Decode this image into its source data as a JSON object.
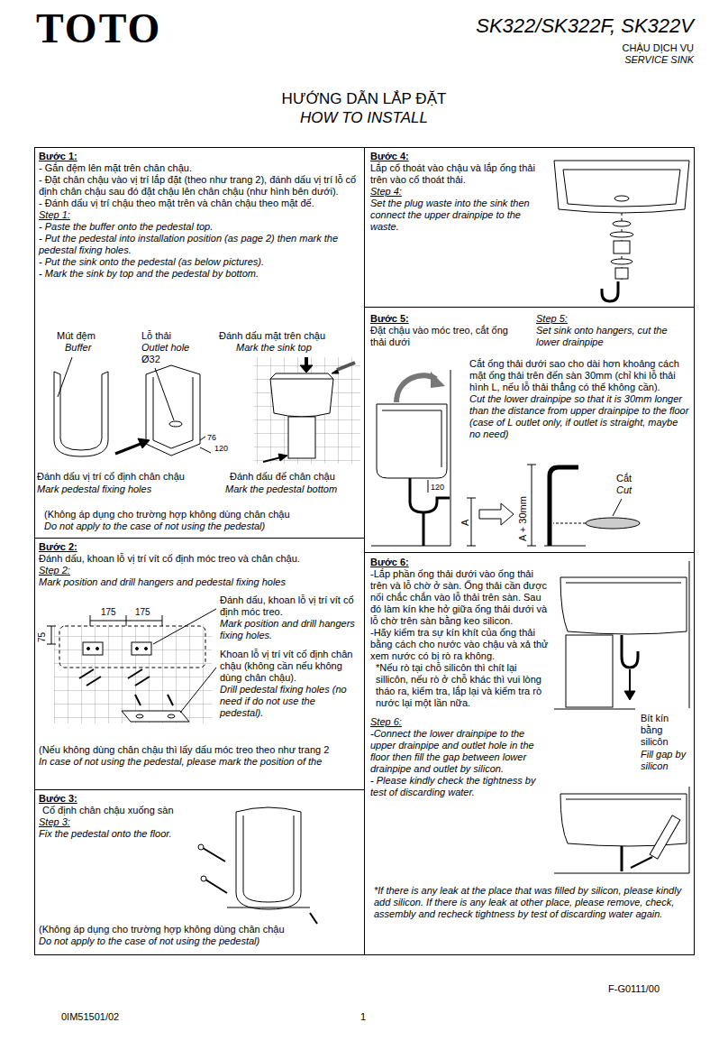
{
  "diagram": {
    "title": "HƯỚNG DẪN LẮP ĐẶT",
    "nodes": [
      {
        "text": [
          "Bước 1:",
          "- Gắn đệm lên mặt trên chân chậu.",
          "- Đặt chân chậu vào vị trí lắp đặt (theo như trang 2), đánh dấu vị trí lỗ cố định chân chậu sau đó đặt chậu lên chân chậu (như hình bên dưới).",
          "- Đánh dấu vị trí chậu theo mặt trên và chân chậu theo mặt đế.",
          "Step 1:",
          "- Paste the buffer onto the pedestal top.",
          "- Put the pedestal into installation position (as page 2) then mark the pedestal fixing holes.",
          "- Put the sink onto the pedestal (as below pictures).",
          "- Mark the sink by top and the pedestal by bottom.",
          "(Không áp dụng cho trường hợp không dùng chân chậu",
          "Do not apply to the case of not using the pedestal)"
        ]
      },
      {
        "text": [
          "Bước 2:",
          "Đánh dấu, khoan lỗ vị trí vít cố định móc treo và chân chậu.",
          "Step 2:",
          "Mark position and drill hangers and pedestal fixing holes",
          "Đánh dấu, khoan lỗ vị trí vít cố định móc treo.",
          "Mark position and drill hangers fixing holes.",
          "Khoan lỗ vị trí vít cố định chân chậu (không cần nếu không dùng chân chậu).",
          "Drill pedestal fixing holes (no need if do not use the pedestal).",
          "(Nếu không dùng chân chậu thì lấy dấu móc treo theo như trang 2",
          "In case of not using the pedestal, please mark the position of the"
        ]
      },
      {
        "text": [
          "Bước 3:",
          "Cố định chân chậu xuống sàn",
          "Step 3:",
          "Fix the pedestal onto the floor.",
          "(Không áp dụng cho trường hợp không dùng chân chậu",
          "Do not apply to the case of not using the pedestal)"
        ]
      },
      {
        "text": [
          "Bước 4:",
          "Lắp cổ thoát vào chậu và lắp ống thải trên vào cổ thoát thải.",
          "Step 4:",
          "Set the plug waste into the sink then connect the upper drainpipe to the waste."
        ]
      },
      {
        "text": [
          "Bước 5:",
          "Đặt chậu vào móc treo, cắt ống thải dưới",
          "Step 5:",
          "Set sink onto hangers, cut the lower drainpipe",
          "Cắt ống thải dưới sao cho dài hơn khoảng cách mặt ống thải trên đến sàn 30mm (chỉ khi lỗ thải hình L, nếu lỗ thải thẳng có thể không cần).",
          "Cut the lower drainpipe so that it is 30mm longer than the distance from upper drainpipe to the floor (case of L outlet only, if outlet is straight, maybe no need)"
        ]
      },
      {
        "text": [
          "Bước 6:",
          "-Lắp phần ống thải dưới vào ống thải trên và lỗ chờ ở sàn. Ống thải cần được nối chắc chắn vào lỗ thải trên sàn. Sau đó làm kín khe hở giữa ống thải dưới và lỗ chờ trên sàn bằng keo silicon.",
          "-Hãy kiểm tra sự kín khít của ống thải bằng cách cho nước vào chậu và xả thử xem nước có bị rò ra không.",
          "*Nếu rò tại chỗ silicôn thì chít lại sillicôn, nếu rò ở chỗ khác thì vui lòng tháo ra, kiểm tra, lắp lại và kiểm tra rò nước lại một lần nữa.",
          "Step 6:",
          "-Connect the lower drainpipe to the upper drainpipe and outlet hole in the floor then fill the gap between lower drainpipe and outlet by silicon.",
          "- Please kindly check the tightness by test of discarding water.",
          "*If there is any leak at the place that was filled by silicon, please kindly add silicon. If there is any leak at other place, please remove, check, assembly and recheck tightness by test of discarding water again."
        ]
      }
    ],
    "labels": [
      "TOTO",
      "SK322/SK322F, SK322V",
      "CHẬU DỊCH VỤ",
      "SERVICE SINK",
      "HOW TO INSTALL",
      "Mút đệm",
      "Buffer",
      "Lỗ thải",
      "Outlet hole",
      "Ø32",
      "Đánh dấu mặt trên chậu",
      "Mark the sink top",
      "76",
      "120",
      "Đánh dấu vị trí cố định chân chậu",
      "Mark pedestal fixing holes",
      "Đánh dấu đế chân chậu",
      "Mark the pedestal bottom",
      "175",
      "175",
      "75",
      "120",
      "A",
      "A + 30mm",
      "Cắt",
      "Cut",
      "Bít kín bằng silicôn",
      "Fill gap by silicon",
      "F-G0111/00",
      "0IM51501/02",
      "1"
    ]
  }
}
